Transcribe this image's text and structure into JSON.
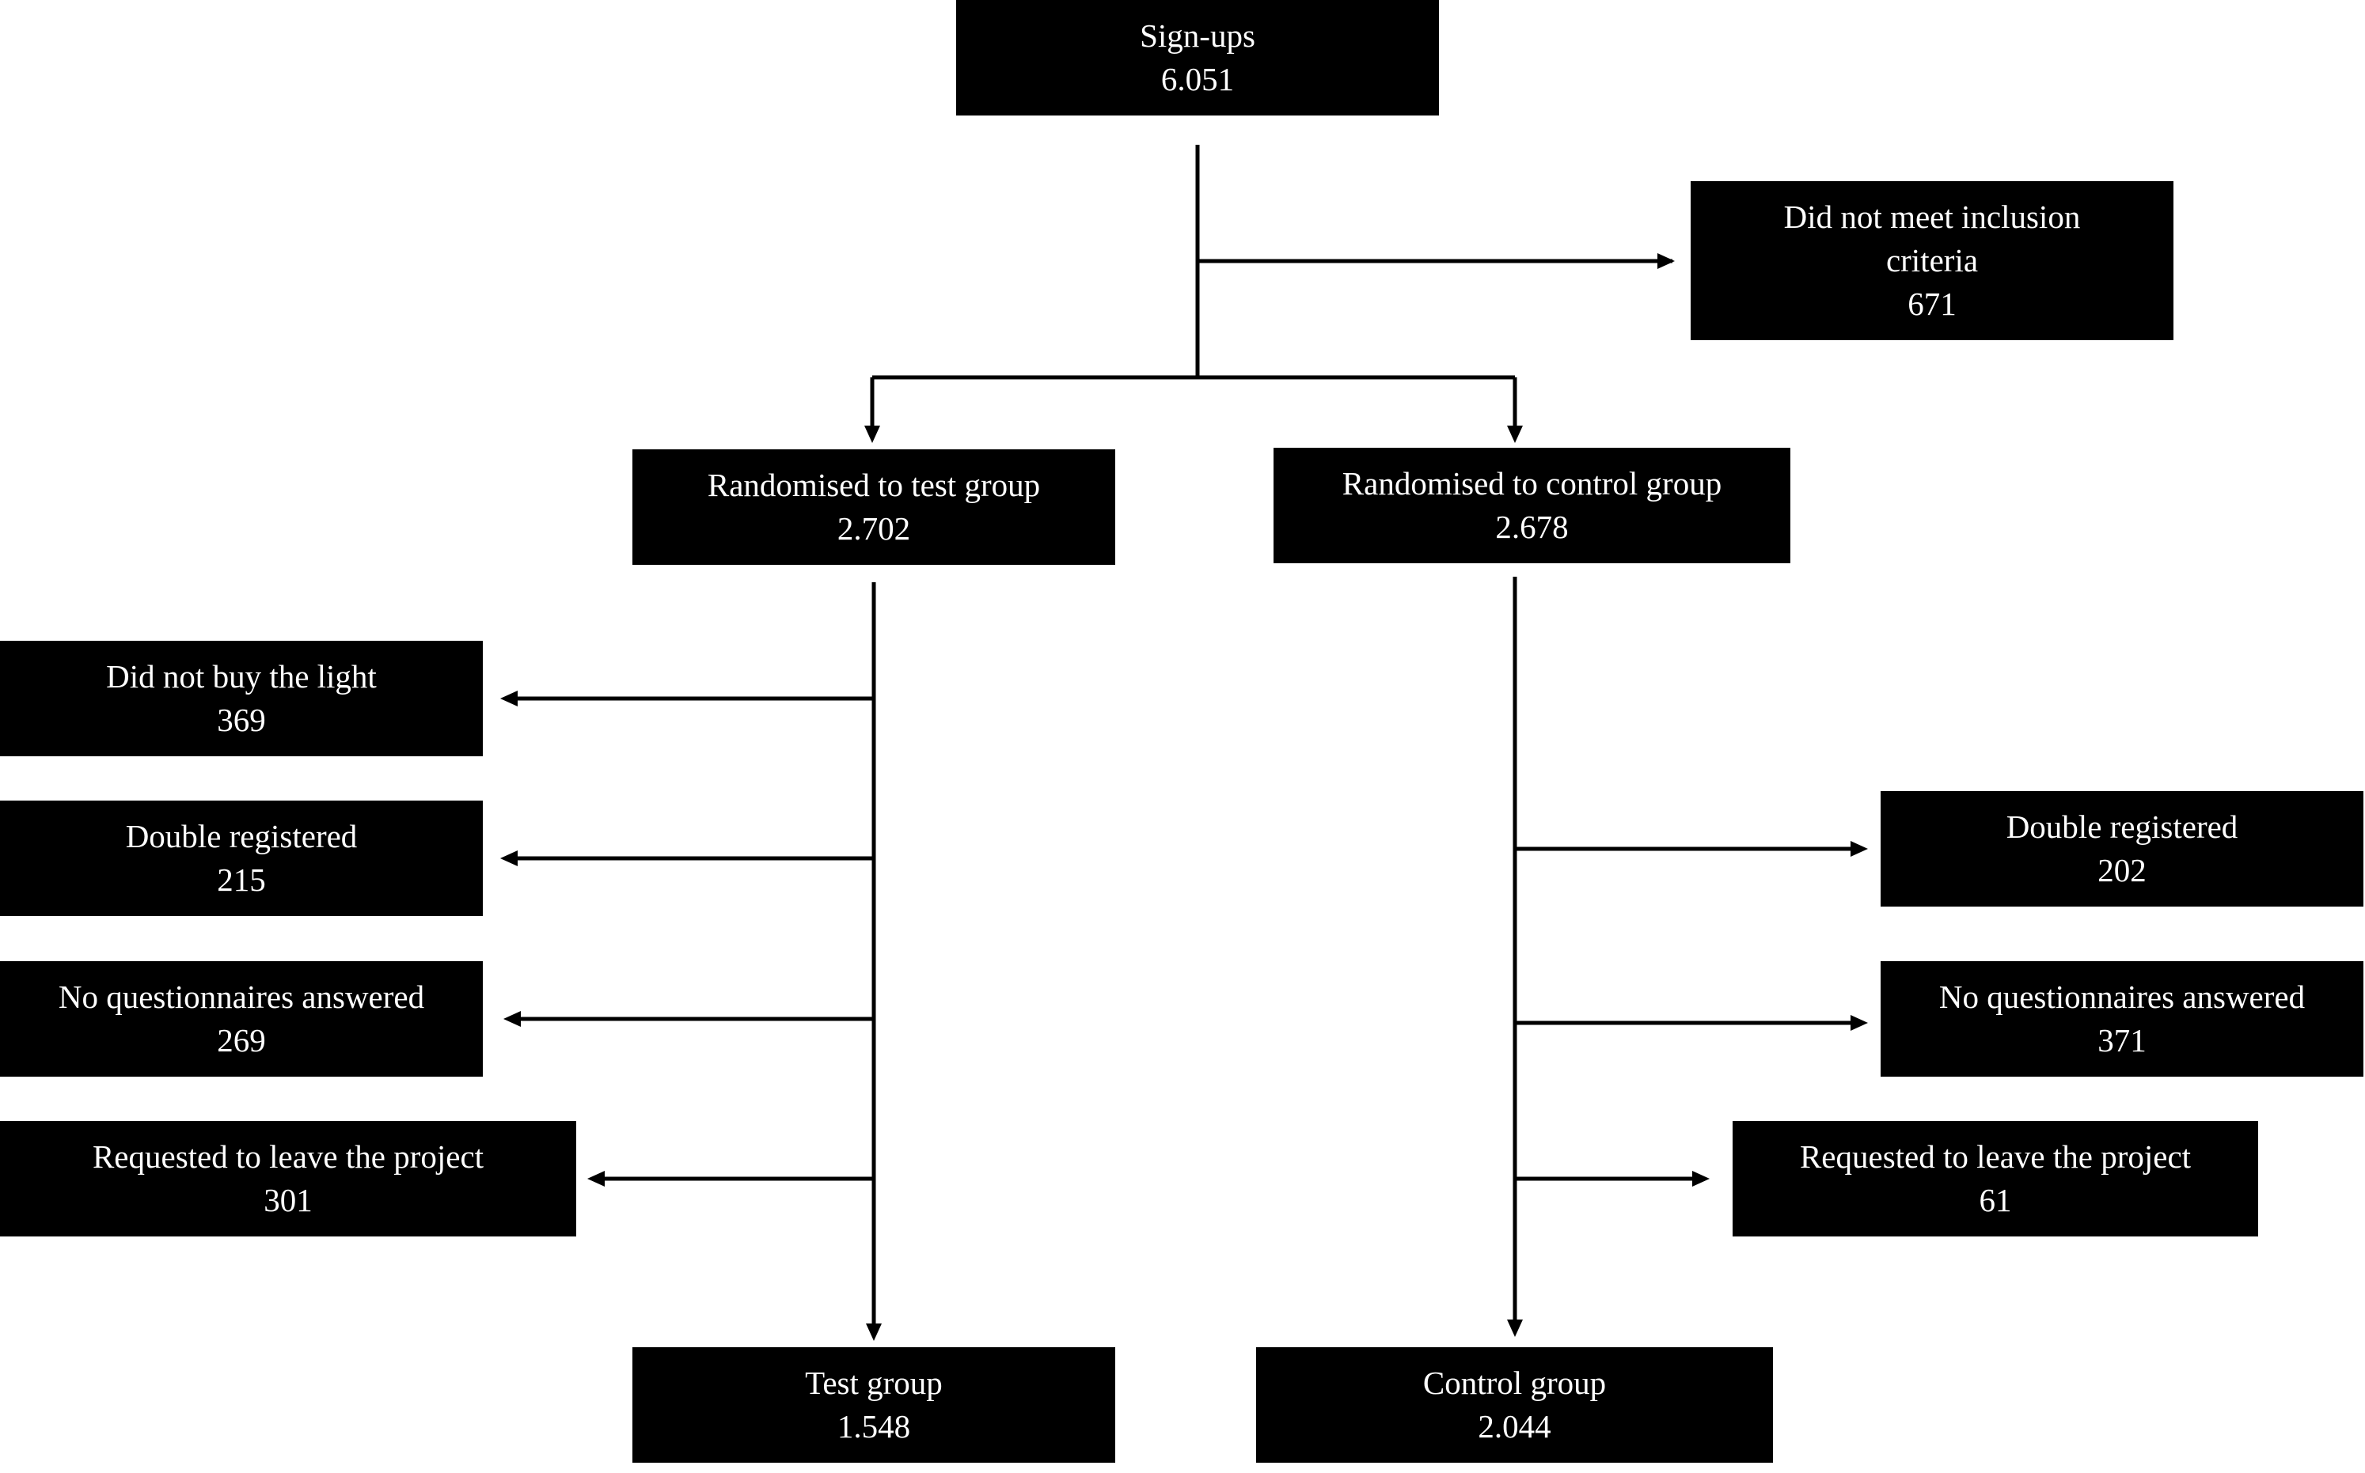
{
  "boxes": {
    "signups": {
      "label": "Sign-ups",
      "count": "6.051"
    },
    "excluded": {
      "label": "Did not meet inclusion criteria",
      "count": "671"
    },
    "rand_test": {
      "label": "Randomised to test group",
      "count": "2.702"
    },
    "rand_control": {
      "label": "Randomised to control group",
      "count": "2.678"
    },
    "test_no_buy": {
      "label": "Did not buy the light",
      "count": "369"
    },
    "test_double": {
      "label": "Double registered",
      "count": "215"
    },
    "test_no_quest": {
      "label": "No questionnaires answered",
      "count": "269"
    },
    "test_leave": {
      "label": "Requested to leave the project",
      "count": "301"
    },
    "control_double": {
      "label": "Double registered",
      "count": "202"
    },
    "control_no_quest": {
      "label": "No questionnaires answered",
      "count": "371"
    },
    "control_leave": {
      "label": "Requested to leave the project",
      "count": "61"
    },
    "test_group": {
      "label": "Test group",
      "count": "1.548"
    },
    "control_group": {
      "label": "Control group",
      "count": "2.044"
    }
  },
  "colors": {
    "box_fill": "#000000",
    "box_text": "#ffffff",
    "line": "#000000",
    "background": "#ffffff"
  }
}
